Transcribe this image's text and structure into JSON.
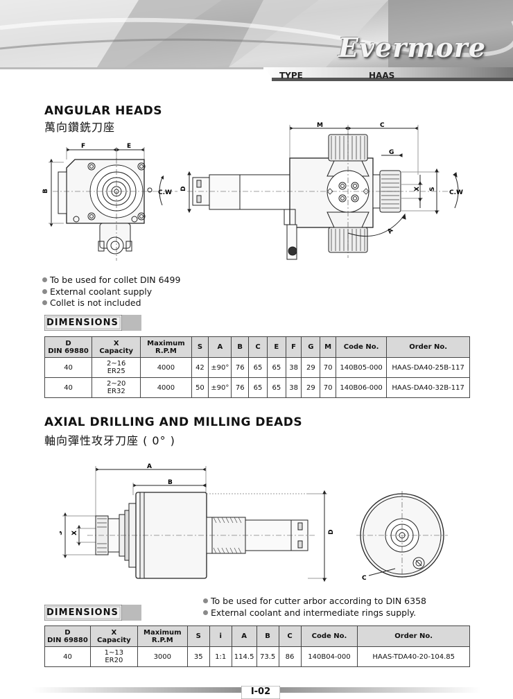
{
  "header": {
    "brand": "Evermore",
    "type_label": "TYPE",
    "type_value": "HAAS"
  },
  "angular": {
    "title": "ANGULAR HEADS",
    "subtitle": "萬向鑽銑刀座",
    "drawing_labels": {
      "F": "F",
      "E": "E",
      "B": "B",
      "CW_left": "C.W",
      "D": "D",
      "M": "M",
      "C": "C",
      "G": "G",
      "X": "X",
      "S": "S",
      "CW_right": "C.W",
      "A": "A"
    },
    "notes": [
      "To be used for collet DIN 6499",
      "External coolant supply",
      "Collet is not included"
    ],
    "dimensions_label": "DIMENSIONS",
    "table": {
      "headers": [
        "D\nDIN 69880",
        "X\nCapacity",
        "Maximum\nR.P.M",
        "S",
        "A",
        "B",
        "C",
        "E",
        "F",
        "G",
        "M",
        "Code No.",
        "Order No."
      ],
      "rows": [
        {
          "d": "40",
          "x1": "2~16",
          "x2": "ER25",
          "rpm": "4000",
          "s": "42",
          "a": "±90°",
          "b": "76",
          "c": "65",
          "e": "65",
          "f": "38",
          "g": "29",
          "m": "70",
          "code": "140B05-000",
          "order": "HAAS-DA40-25B-117"
        },
        {
          "d": "40",
          "x1": "2~20",
          "x2": "ER32",
          "rpm": "4000",
          "s": "50",
          "a": "±90°",
          "b": "76",
          "c": "65",
          "e": "65",
          "f": "38",
          "g": "29",
          "m": "70",
          "code": "140B06-000",
          "order": "HAAS-DA40-32B-117"
        }
      ]
    }
  },
  "axial": {
    "title": "AXIAL DRILLING AND MILLING DEADS",
    "subtitle": "軸向彈性攻牙刀座 ( 0° )",
    "drawing_labels": {
      "A": "A",
      "B": "B",
      "S": "S",
      "X": "X",
      "D": "D",
      "C": "C"
    },
    "notes": [
      "To be used for cutter arbor according to DIN 6358",
      "External coolant and intermediate rings supply."
    ],
    "dimensions_label": "DIMENSIONS",
    "table": {
      "headers": [
        "D\nDIN 69880",
        "X\nCapacity",
        "Maximum\nR.P.M",
        "S",
        "i",
        "A",
        "B",
        "C",
        "Code No.",
        "Order No."
      ],
      "rows": [
        {
          "d": "40",
          "x1": "1~13",
          "x2": "ER20",
          "rpm": "3000",
          "s": "35",
          "i": "1:1",
          "a": "114.5",
          "b": "73.5",
          "c": "86",
          "code": "140B04-000",
          "order": "HAAS-TDA40-20-104.85"
        }
      ]
    }
  },
  "footer": {
    "page_number": "I-02"
  }
}
